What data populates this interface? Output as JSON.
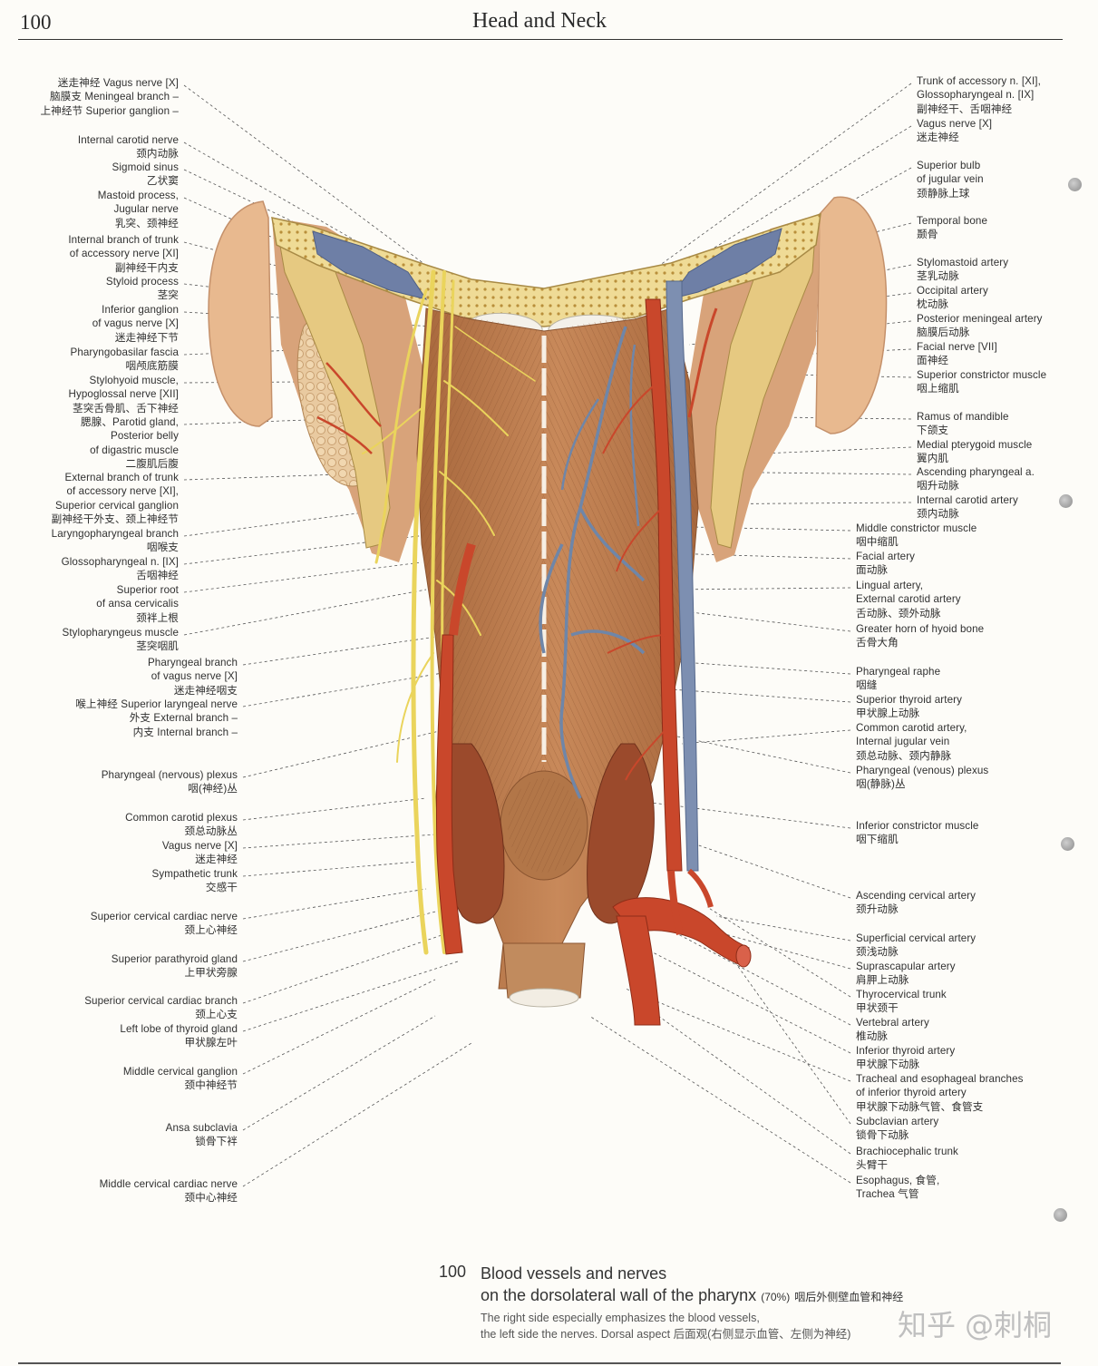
{
  "header": {
    "page_number": "100",
    "running_head": "Head and Neck"
  },
  "labels_left": [
    {
      "id": "l01",
      "lines": [
        "迷走神经 Vagus nerve [X]",
        "脑膜支 Meningeal branch –",
        "上神经节 Superior ganglion –"
      ]
    },
    {
      "id": "l02",
      "lines": [
        "Internal carotid nerve",
        "颈内动脉"
      ]
    },
    {
      "id": "l03",
      "lines": [
        "Sigmoid sinus",
        "乙状窦"
      ]
    },
    {
      "id": "l04",
      "lines": [
        "Mastoid process,",
        "Jugular nerve",
        "乳突、颈神经"
      ]
    },
    {
      "id": "l05",
      "lines": [
        "Internal branch of trunk",
        "of accessory nerve [XI]",
        "副神经干内支"
      ]
    },
    {
      "id": "l06",
      "lines": [
        "Styloid process",
        "茎突"
      ]
    },
    {
      "id": "l07",
      "lines": [
        "Inferior ganglion",
        "of vagus nerve [X]",
        "迷走神经下节"
      ]
    },
    {
      "id": "l08",
      "lines": [
        "Pharyngobasilar fascia",
        "咽颅底筋膜"
      ]
    },
    {
      "id": "l09",
      "lines": [
        "Stylohyoid muscle,",
        "Hypoglossal nerve [XII]",
        "茎突舌骨肌、舌下神经"
      ]
    },
    {
      "id": "l10",
      "lines": [
        "腮腺、Parotid gland,",
        "Posterior belly",
        "of digastric muscle",
        "二腹肌后腹"
      ]
    },
    {
      "id": "l11",
      "lines": [
        "External branch of trunk",
        "of accessory nerve [XI],",
        "Superior cervical ganglion",
        "副神经干外支、颈上神经节"
      ]
    },
    {
      "id": "l12",
      "lines": [
        "Laryngopharyngeal branch",
        "咽喉支"
      ]
    },
    {
      "id": "l13",
      "lines": [
        "Glossopharyngeal n. [IX]",
        "舌咽神经"
      ]
    },
    {
      "id": "l14",
      "lines": [
        "Superior root",
        "of ansa cervicalis",
        "颈袢上根"
      ]
    },
    {
      "id": "l15",
      "lines": [
        "Stylopharyngeus muscle",
        "茎突咽肌"
      ]
    },
    {
      "id": "l16",
      "lines": [
        "Pharyngeal branch",
        "of vagus nerve [X]",
        "迷走神经咽支"
      ]
    },
    {
      "id": "l17",
      "lines": [
        "喉上神经 Superior laryngeal nerve",
        "外支 External branch –",
        "内支 Internal branch –"
      ]
    },
    {
      "id": "l18",
      "lines": [
        "Pharyngeal (nervous) plexus",
        "咽(神经)丛"
      ]
    },
    {
      "id": "l19",
      "lines": [
        "Common carotid plexus",
        "颈总动脉丛"
      ]
    },
    {
      "id": "l20",
      "lines": [
        "Vagus nerve [X]",
        "迷走神经"
      ]
    },
    {
      "id": "l21",
      "lines": [
        "Sympathetic trunk",
        "交感干"
      ]
    },
    {
      "id": "l22",
      "lines": [
        "Superior cervical cardiac nerve",
        "颈上心神经"
      ]
    },
    {
      "id": "l23",
      "lines": [
        "Superior parathyroid gland",
        "上甲状旁腺"
      ]
    },
    {
      "id": "l24",
      "lines": [
        "Superior cervical cardiac branch",
        "颈上心支"
      ]
    },
    {
      "id": "l25",
      "lines": [
        "Left lobe of thyroid gland",
        "甲状腺左叶"
      ]
    },
    {
      "id": "l26",
      "lines": [
        "Middle cervical ganglion",
        "颈中神经节"
      ]
    },
    {
      "id": "l27",
      "lines": [
        "Ansa subclavia",
        "锁骨下袢"
      ]
    },
    {
      "id": "l28",
      "lines": [
        "Middle cervical cardiac nerve",
        "颈中心神经"
      ]
    }
  ],
  "labels_right": [
    {
      "id": "r01",
      "lines": [
        "Trunk of accessory n. [XI],",
        "Glossopharyngeal n. [IX]",
        "副神经干、舌咽神经"
      ]
    },
    {
      "id": "r02",
      "lines": [
        "Vagus nerve [X]",
        "迷走神经"
      ]
    },
    {
      "id": "r03",
      "lines": [
        "Superior bulb",
        "of jugular vein",
        "颈静脉上球"
      ]
    },
    {
      "id": "r04",
      "lines": [
        "Temporal bone",
        "颞骨"
      ]
    },
    {
      "id": "r05",
      "lines": [
        "Stylomastoid artery",
        "茎乳动脉"
      ]
    },
    {
      "id": "r06",
      "lines": [
        "Occipital artery",
        "枕动脉"
      ]
    },
    {
      "id": "r07",
      "lines": [
        "Posterior meningeal artery",
        "脑膜后动脉"
      ]
    },
    {
      "id": "r08",
      "lines": [
        "Facial nerve [VII]",
        "面神经"
      ]
    },
    {
      "id": "r09",
      "lines": [
        "Superior constrictor muscle",
        "咽上缩肌"
      ]
    },
    {
      "id": "r10",
      "lines": [
        "Ramus of mandible",
        "下颌支"
      ]
    },
    {
      "id": "r11",
      "lines": [
        "Medial pterygoid muscle",
        "翼内肌"
      ]
    },
    {
      "id": "r12",
      "lines": [
        "Ascending pharyngeal a.",
        "咽升动脉"
      ]
    },
    {
      "id": "r13",
      "lines": [
        "Internal carotid artery",
        "颈内动脉"
      ]
    },
    {
      "id": "r14",
      "lines": [
        "Middle constrictor muscle",
        "咽中缩肌"
      ]
    },
    {
      "id": "r15",
      "lines": [
        "Facial artery",
        "面动脉"
      ]
    },
    {
      "id": "r16",
      "lines": [
        "Lingual artery,",
        "External carotid artery",
        "舌动脉、颈外动脉"
      ]
    },
    {
      "id": "r17",
      "lines": [
        "Greater horn of hyoid bone",
        "舌骨大角"
      ]
    },
    {
      "id": "r18",
      "lines": [
        "Pharyngeal raphe",
        "咽缝"
      ]
    },
    {
      "id": "r19",
      "lines": [
        "Superior thyroid artery",
        "甲状腺上动脉"
      ]
    },
    {
      "id": "r20",
      "lines": [
        "Common carotid artery,",
        "Internal jugular vein",
        "颈总动脉、颈内静脉"
      ]
    },
    {
      "id": "r21",
      "lines": [
        "Pharyngeal (venous) plexus",
        "咽(静脉)丛"
      ]
    },
    {
      "id": "r22",
      "lines": [
        "Inferior constrictor muscle",
        "咽下缩肌"
      ]
    },
    {
      "id": "r23",
      "lines": [
        "Ascending cervical artery",
        "颈升动脉"
      ]
    },
    {
      "id": "r24",
      "lines": [
        "Superficial cervical artery",
        "颈浅动脉"
      ]
    },
    {
      "id": "r25",
      "lines": [
        "Suprascapular artery",
        "肩胛上动脉"
      ]
    },
    {
      "id": "r26",
      "lines": [
        "Thyrocervical trunk",
        "甲状颈干"
      ]
    },
    {
      "id": "r27",
      "lines": [
        "Vertebral artery",
        "椎动脉"
      ]
    },
    {
      "id": "r28",
      "lines": [
        "Inferior thyroid artery",
        "甲状腺下动脉"
      ]
    },
    {
      "id": "r29",
      "lines": [
        "Tracheal and esophageal branches",
        "of inferior thyroid artery",
        "甲状腺下动脉气管、食管支"
      ]
    },
    {
      "id": "r30",
      "lines": [
        "Subclavian artery",
        "锁骨下动脉"
      ]
    },
    {
      "id": "r31",
      "lines": [
        "Brachiocephalic trunk",
        "头臂干"
      ]
    },
    {
      "id": "r32",
      "lines": [
        "Esophagus, 食管,",
        "Trachea 气管"
      ]
    }
  ],
  "caption": {
    "number": "100",
    "title_line1": "Blood vessels and nerves",
    "title_line2": "on the dorsolateral wall of the pharynx",
    "scale": "(70%)",
    "title_cn": "咽后外侧壁血管和神经",
    "sub_line1": "The right side especially emphasizes the blood vessels,",
    "sub_line2": "the left side the nerves. Dorsal aspect",
    "sub_cn": "后面观(右侧显示血管、左侧为神经)"
  },
  "watermark": "知乎 @刺桐",
  "colors": {
    "artery": "#c8432a",
    "vein": "#6f86a8",
    "nerve": "#e9d460",
    "muscle": "#b97c52",
    "bone": "#e8d28a"
  }
}
